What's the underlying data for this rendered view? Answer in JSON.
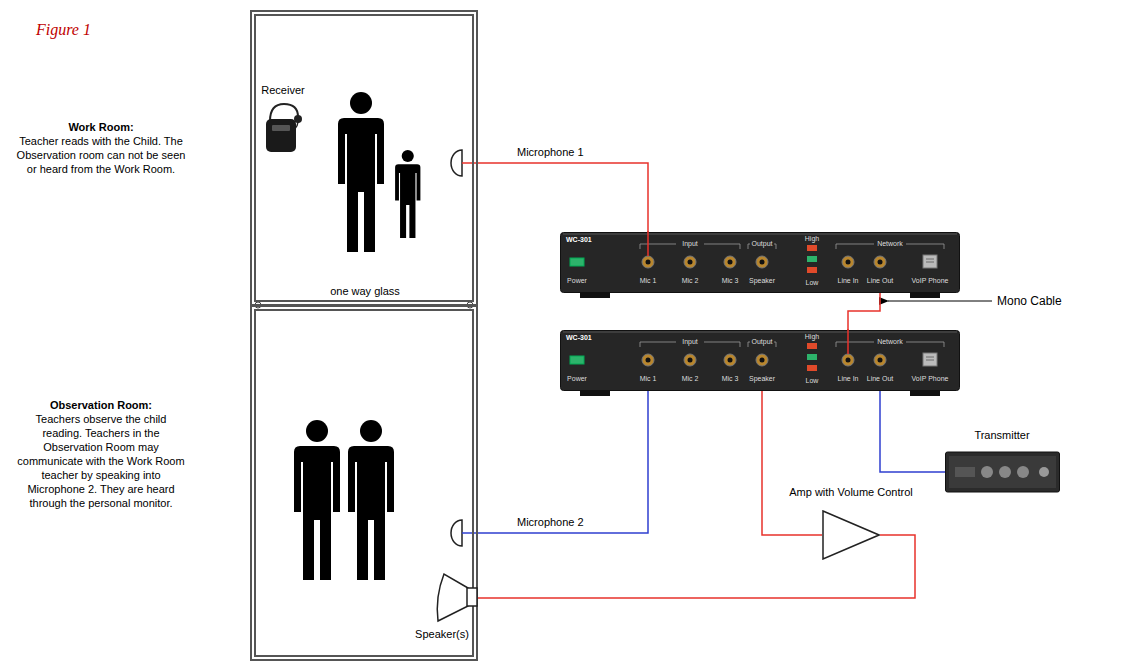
{
  "diagram": {
    "nodes": [
      {
        "text": [
          "Work Room:",
          "Teacher reads with the Child. The Observation room can not be seen or heard from the Work Room."
        ]
      },
      {
        "text": [
          "Receiver"
        ],
        "in": 0
      },
      {
        "text": [
          "WC-301",
          "Power",
          "Input",
          "Mic 1",
          "Mic 2",
          "Mic 3",
          "Output",
          "Speaker",
          "High",
          "Low",
          "Network",
          "Line In",
          "Line Out",
          "VoIP Phone"
        ]
      },
      {
        "text": [
          "Observation Room:",
          "Teachers observe the child reading. Teachers in the Observation Room may communicate with the Work Room teacher by speaking into Microphone 2. They are heard through the personal monitor."
        ]
      },
      {
        "text": [
          "Speaker(s)"
        ],
        "in": 3
      },
      {
        "text": [
          "WC-301",
          "Power",
          "Input",
          "Mic 1",
          "Mic 2",
          "Mic 3",
          "Output",
          "Speaker",
          "High",
          "Low",
          "Network",
          "Line In",
          "Line Out",
          "VoIP Phone"
        ]
      },
      {
        "text": [
          "Transmitter"
        ]
      },
      {
        "text": [
          "Amp with Volume Control"
        ]
      }
    ],
    "edges": [
      {
        "from": 0,
        "to": 2,
        "label": "Microphone 1",
        "arrow": "none"
      },
      {
        "from": 2,
        "to": 5,
        "arrow": "none"
      },
      {
        "from": 3,
        "to": 5,
        "label": "Microphone 2",
        "arrow": "none"
      },
      {
        "from": 5,
        "to": 6,
        "arrow": "none"
      },
      {
        "from": 5,
        "to": 7,
        "arrow": "none"
      },
      {
        "from": 7,
        "to": 4,
        "arrow": "none"
      }
    ],
    "labels": [
      "Figure 1",
      "one way glass",
      "Mono Cable"
    ]
  }
}
